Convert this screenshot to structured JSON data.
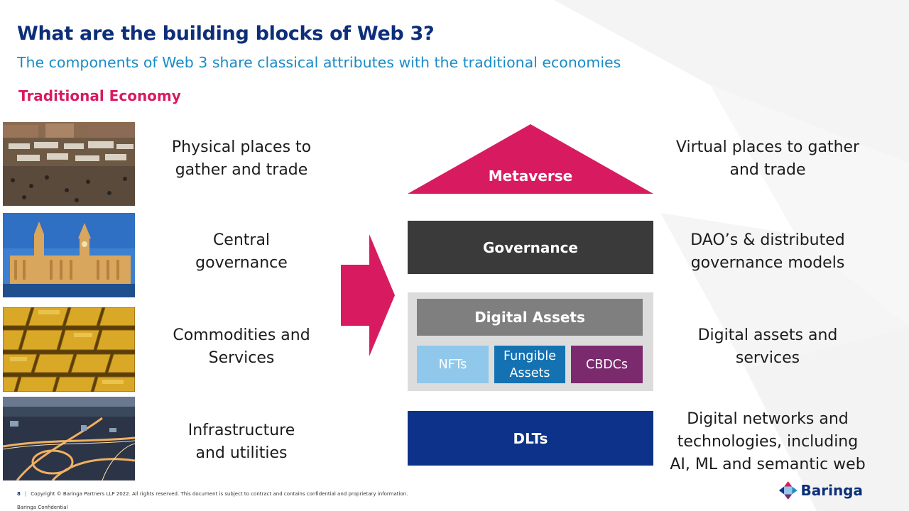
{
  "slide": {
    "title": "What are the building blocks of Web 3?",
    "subtitle": "The components of Web 3 share classical attributes with the traditional economies",
    "section_heading": "Traditional Economy"
  },
  "traditional": [
    {
      "image": "market-square-photo",
      "text": "Physical places to\ngather and trade"
    },
    {
      "image": "parliament-photo",
      "text": "Central\ngovernance"
    },
    {
      "image": "gold-bars-photo",
      "text": "Commodities and\nServices"
    },
    {
      "image": "highway-interchange-photo",
      "text": "Infrastructure\nand utilities"
    }
  ],
  "web3": {
    "metaverse": "Metaverse",
    "governance": "Governance",
    "digital_assets": "Digital Assets",
    "chips": [
      "NFTs",
      "Fungible\nAssets",
      "CBDCs"
    ],
    "dlts": "DLTs"
  },
  "descriptions": [
    "Virtual places to gather\nand trade",
    "DAO’s & distributed\ngovernance models",
    "Digital assets and\nservices",
    "Digital networks and\ntechnologies, including\nAI, ML and semantic web"
  ],
  "footer": {
    "page_number": "8",
    "separator": "|",
    "copyright": "Copyright © Baringa Partners LLP 2022. All rights reserved. This document is subject to contract and contains confidential and proprietary information.",
    "confidential": "Baringa Confidential",
    "logo_text": "Baringa"
  },
  "colors": {
    "title": "#0d2f7a",
    "subtitle": "#1a8cc8",
    "accent_pink": "#d81b60",
    "governance": "#3a3a3a",
    "digital_assets": "#7f7f7f",
    "nfts": "#8fc8ea",
    "fungible": "#1472b3",
    "cbdcs": "#7b2a6e",
    "dlts": "#0d3289"
  }
}
